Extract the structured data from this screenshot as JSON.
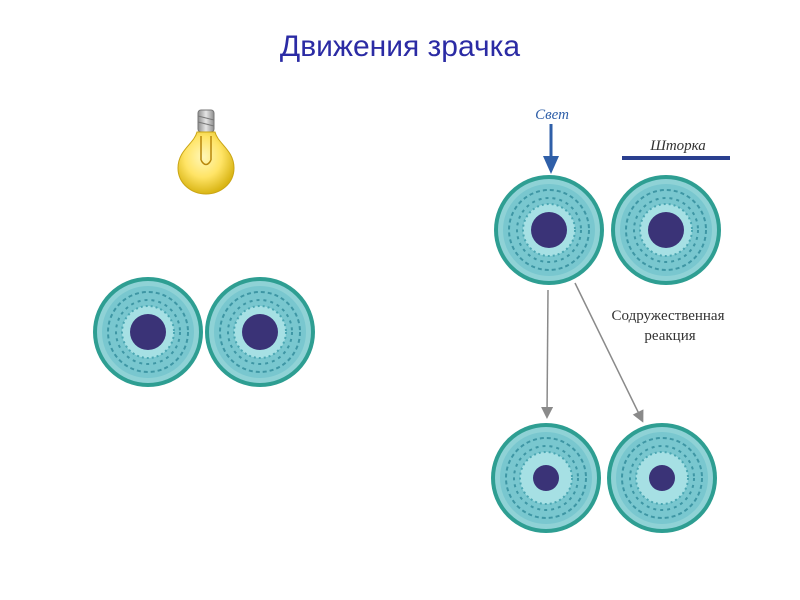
{
  "title": "Движения зрачка",
  "labels": {
    "light": "Свет",
    "shutter": "Шторка",
    "reaction_line1": "Содружественная",
    "reaction_line2": "реакция"
  },
  "icons": {
    "bulb": "light-bulb-icon",
    "eye": "eye-iris-icon"
  },
  "colors": {
    "title": "#2b2ba4",
    "sclera_ring": "#2e9e92",
    "iris": "#7fcfd6",
    "iris_pattern": "#3e96a4",
    "pupil": "#3a3377",
    "arrow_light": "#2f5fa8",
    "shutter_bar": "#2a3f8f",
    "arrow_gray": "#8a8a8a"
  }
}
